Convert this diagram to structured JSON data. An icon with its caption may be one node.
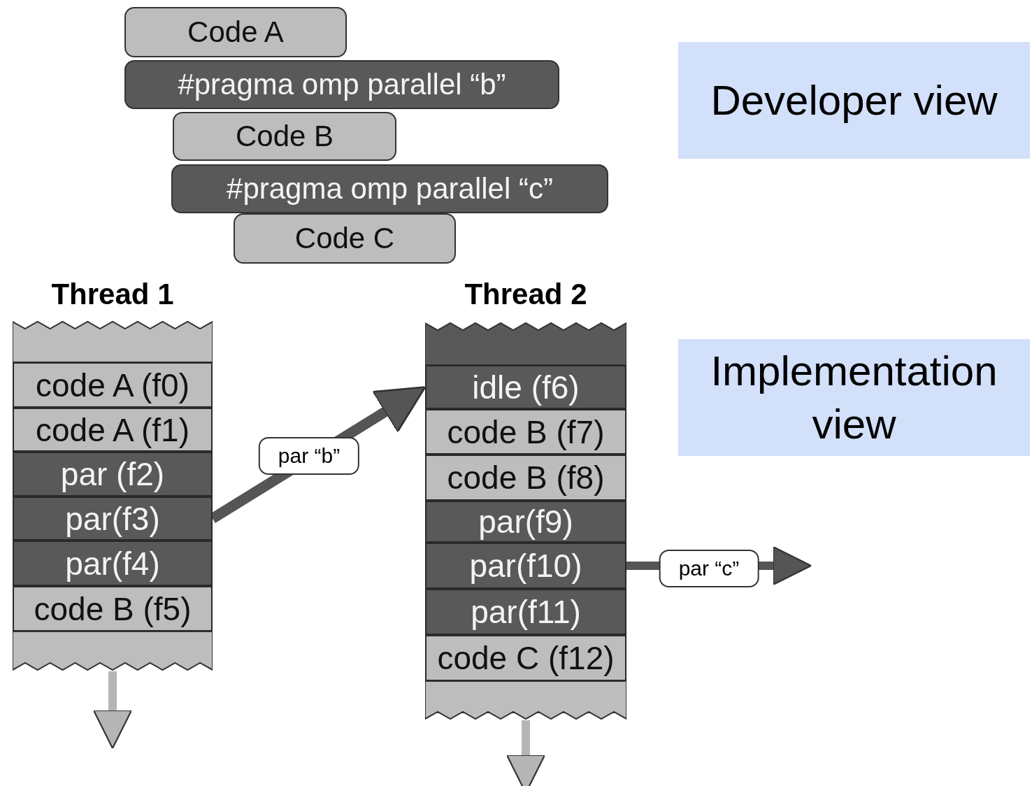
{
  "diagram": {
    "nodes": [
      {
        "text": [
          "Code A"
        ]
      },
      {
        "text": [
          "#pragma omp parallel “b”"
        ]
      },
      {
        "text": [
          "Code B"
        ]
      },
      {
        "text": [
          "#pragma omp parallel “c”"
        ]
      },
      {
        "text": [
          "Code C"
        ]
      },
      {
        "text": [
          "Developer view"
        ]
      },
      {
        "text": [
          "Thread 1"
        ]
      },
      {
        "text": [],
        "shape": "box",
        "in": 6
      },
      {
        "text": [
          "code A (f0)"
        ],
        "in": 6
      },
      {
        "text": [
          "code A (f1)"
        ],
        "in": 6
      },
      {
        "text": [
          "par (f2)"
        ],
        "in": 6
      },
      {
        "text": [
          "par(f3)"
        ],
        "in": 6
      },
      {
        "text": [
          "par(f4)"
        ],
        "in": 6
      },
      {
        "text": [
          "code B (f5)"
        ],
        "in": 6
      },
      {
        "text": [],
        "shape": "box",
        "in": 6
      },
      {
        "text": [
          "Thread 2"
        ]
      },
      {
        "text": [],
        "shape": "box",
        "in": 15
      },
      {
        "text": [
          "idle (f6)"
        ],
        "in": 15
      },
      {
        "text": [
          "code B (f7)"
        ],
        "in": 15
      },
      {
        "text": [
          "code B (f8)"
        ],
        "in": 15
      },
      {
        "text": [
          "par(f9)"
        ],
        "in": 15
      },
      {
        "text": [
          "par(f10)"
        ],
        "in": 15
      },
      {
        "text": [
          "par(f11)"
        ],
        "in": 15
      },
      {
        "text": [
          "code C (f12)"
        ],
        "in": 15
      },
      {
        "text": [],
        "shape": "box",
        "in": 15
      },
      {
        "text": [
          "Implementation view"
        ]
      }
    ],
    "edges": [
      {
        "from": 11,
        "to": 17,
        "label": "par “b”",
        "arrow": "to"
      },
      {
        "from": 21,
        "to": null,
        "label": "par “c”",
        "arrow": "to"
      },
      {
        "from": 6,
        "to": null,
        "arrow": "to",
        "color": "#b5b5b5"
      },
      {
        "from": 15,
        "to": null,
        "arrow": "to",
        "color": "#b5b5b5"
      }
    ]
  }
}
